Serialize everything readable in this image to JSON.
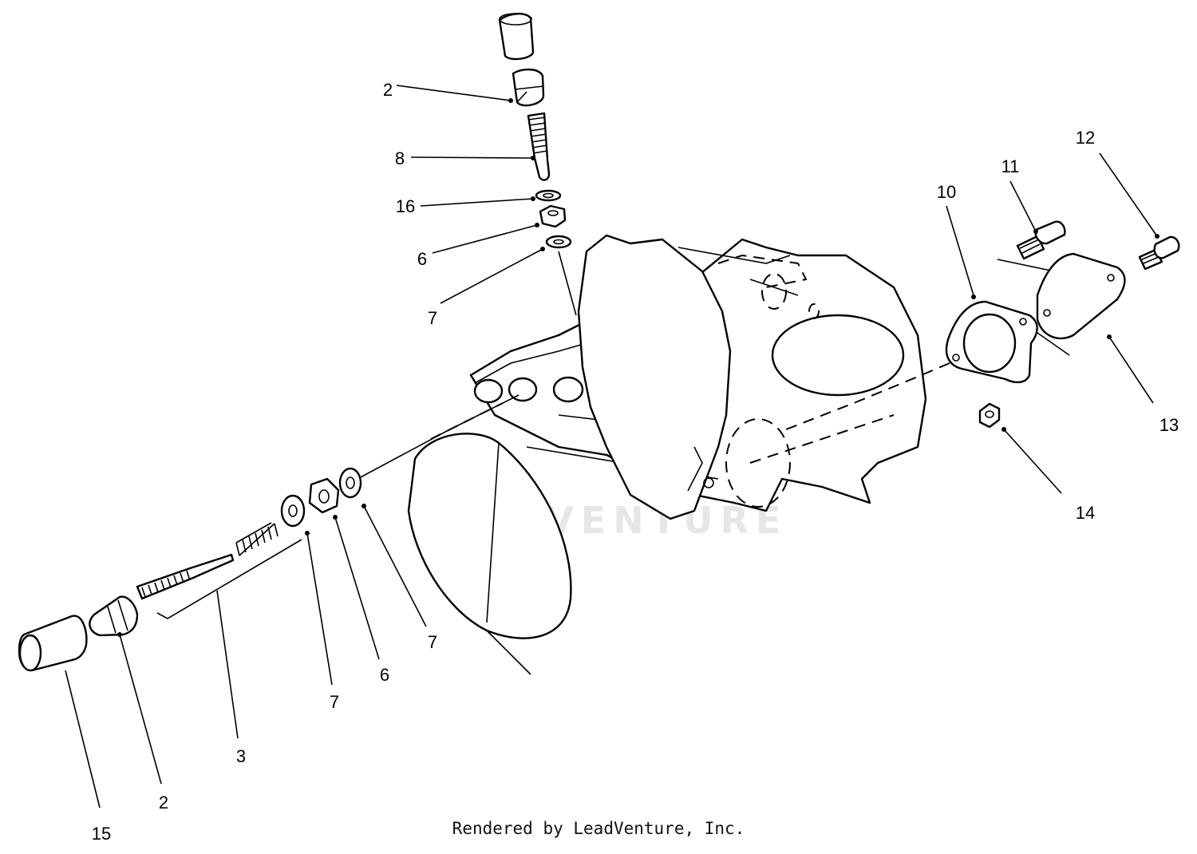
{
  "diagram": {
    "callouts": [
      {
        "id": "c-2-top",
        "label": "2"
      },
      {
        "id": "c-8",
        "label": "8"
      },
      {
        "id": "c-16",
        "label": "16"
      },
      {
        "id": "c-6-top",
        "label": "6"
      },
      {
        "id": "c-7-top",
        "label": "7"
      },
      {
        "id": "c-10",
        "label": "10"
      },
      {
        "id": "c-11",
        "label": "11"
      },
      {
        "id": "c-12",
        "label": "12"
      },
      {
        "id": "c-13",
        "label": "13"
      },
      {
        "id": "c-14",
        "label": "14"
      },
      {
        "id": "c-7-right",
        "label": "7"
      },
      {
        "id": "c-6-bottom",
        "label": "6"
      },
      {
        "id": "c-7-bottom",
        "label": "7"
      },
      {
        "id": "c-3",
        "label": "3"
      },
      {
        "id": "c-2-bottom",
        "label": "2"
      },
      {
        "id": "c-15",
        "label": "15"
      }
    ],
    "watermark": "LEADVENTURE",
    "credit": "Rendered by LeadVenture, Inc."
  }
}
